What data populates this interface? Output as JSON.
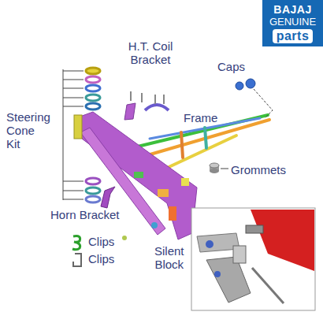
{
  "diagram": {
    "nodes": [
      {
        "text": [
          "BAJAJ",
          "GENUINE"
        ]
      },
      {
        "text": [
          "parts"
        ],
        "in": 0
      }
    ],
    "labels": [
      "H.T. Coil Bracket",
      "Caps",
      "Steering Cone Kit",
      "Frame",
      "Grommets",
      "Horn Bracket",
      "Clips",
      "Clips",
      "Silent Block"
    ]
  }
}
